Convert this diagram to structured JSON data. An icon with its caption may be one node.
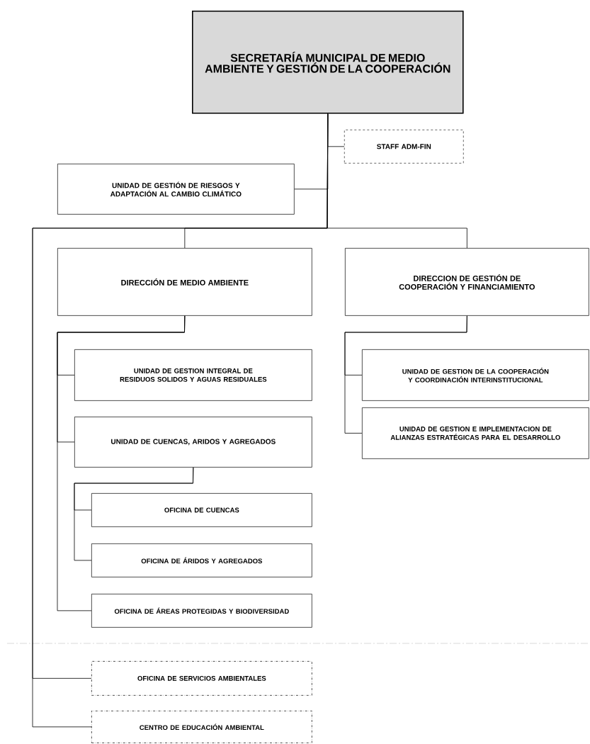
{
  "diagram": {
    "nodes": [
      {
        "text": [
          "SECRETARÍA MUNICIPAL DE MEDIO AMBIENTE Y GESTIÓN DE LA COOPERACIÓN"
        ]
      },
      {
        "text": [
          "STAFF ADM-FIN"
        ]
      },
      {
        "text": [
          "UNIDAD DE GESTIÓN DE RIESGOS Y ADAPTACIÓN AL CAMBIO CLIMÁTICO"
        ]
      },
      {
        "text": [
          "DIRECCIÓN DE MEDIO AMBIENTE"
        ]
      },
      {
        "text": [
          "DIRECCION DE GESTIÓN DE COOPERACIÓN Y FINANCIAMIENTO"
        ]
      },
      {
        "text": [
          "UNIDAD DE GESTION INTEGRAL DE RESIDUOS SOLIDOS Y AGUAS RESIDUALES"
        ]
      },
      {
        "text": [
          "UNIDAD DE CUENCAS, ARIDOS Y AGREGADOS"
        ]
      },
      {
        "text": [
          "OFICINA DE CUENCAS"
        ]
      },
      {
        "text": [
          "OFICINA DE ÁRIDOS Y AGREGADOS"
        ]
      },
      {
        "text": [
          "OFICINA DE ÁREAS PROTEGIDAS Y BIODIVERSIDAD"
        ]
      },
      {
        "text": [
          "UNIDAD DE GESTION DE LA COOPERACIÓN Y COORDINACIÓN INTERINSTITUCIONAL"
        ]
      },
      {
        "text": [
          "UNIDAD DE GESTION E IMPLEMENTACION DE ALIANZAS ESTRATÉGICAS PARA EL DESARROLLO"
        ]
      },
      {
        "text": [
          "OFICINA DE SERVICIOS AMBIENTALES"
        ]
      },
      {
        "text": [
          "CENTRO DE EDUCACIÓN AMBIENTAL"
        ]
      }
    ],
    "edges": [
      {
        "from": 0,
        "to": 1,
        "arrow": "none"
      },
      {
        "from": 0,
        "to": 2,
        "arrow": "none"
      },
      {
        "from": 0,
        "to": 3,
        "arrow": "none"
      },
      {
        "from": 0,
        "to": 4,
        "arrow": "none"
      },
      {
        "from": 0,
        "to": 12,
        "arrow": "none"
      },
      {
        "from": 0,
        "to": 13,
        "arrow": "none"
      },
      {
        "from": 3,
        "to": 5,
        "arrow": "none"
      },
      {
        "from": 3,
        "to": 6,
        "arrow": "none"
      },
      {
        "from": 3,
        "to": 9,
        "arrow": "none"
      },
      {
        "from": 6,
        "to": 7,
        "arrow": "none"
      },
      {
        "from": 6,
        "to": 8,
        "arrow": "none"
      },
      {
        "from": 4,
        "to": 10,
        "arrow": "none"
      },
      {
        "from": 4,
        "to": 11,
        "arrow": "none"
      }
    ]
  }
}
